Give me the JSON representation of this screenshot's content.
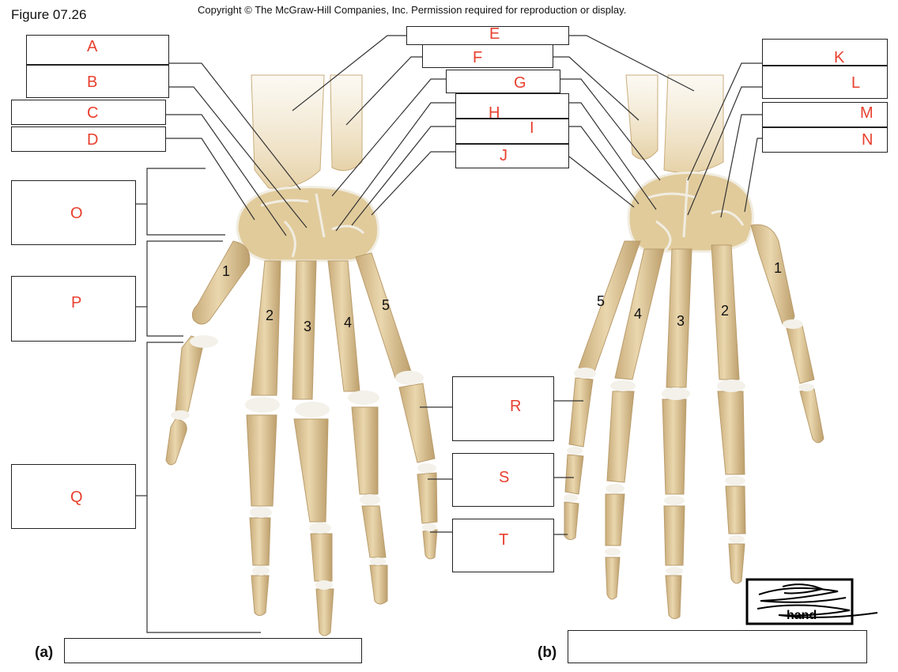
{
  "header": {
    "figure_title": "Figure 07.26",
    "copyright": "Copyright © The McGraw-Hill Companies, Inc. Permission required for reproduction or display."
  },
  "labels": [
    "A",
    "B",
    "C",
    "D",
    "E",
    "F",
    "G",
    "H",
    "I",
    "J",
    "K",
    "L",
    "M",
    "N",
    "O",
    "P",
    "Q",
    "R",
    "S",
    "T"
  ],
  "digit_numbers_a": [
    "1",
    "2",
    "3",
    "4",
    "5"
  ],
  "digit_numbers_b": [
    "5",
    "4",
    "3",
    "2",
    "1"
  ],
  "panels": {
    "a": "(a)",
    "b": "(b)"
  },
  "stamp_text": "hand",
  "colors": {
    "label": "#e8402f",
    "bone": "#e6d2a8",
    "bone_shadow": "#b99c6c",
    "cartilage": "#f3f1ea"
  }
}
